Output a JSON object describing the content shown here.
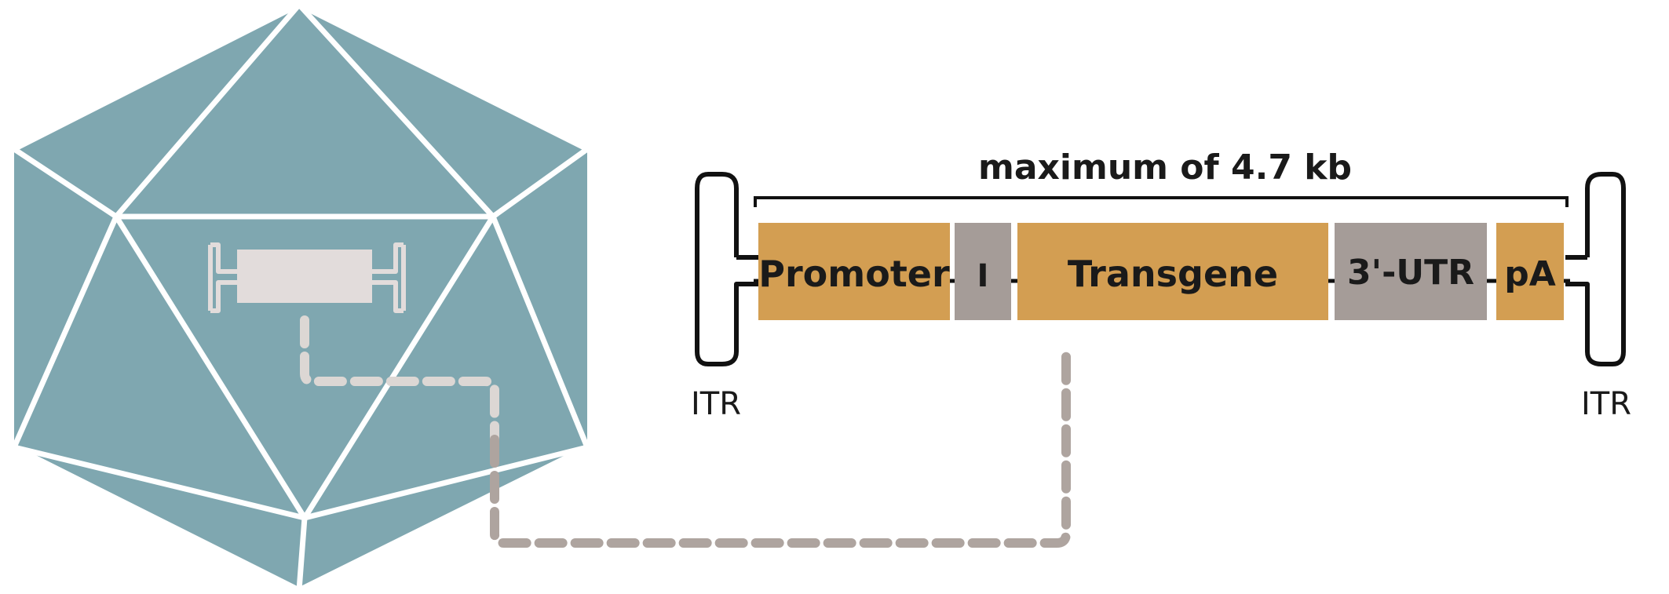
{
  "diagram": {
    "capacity_label": "maximum of 4.7 kb",
    "itr_left_label": "ITR",
    "itr_right_label": "ITR",
    "segments": [
      {
        "id": "promoter",
        "label": "Promoter",
        "color": "#d39e52"
      },
      {
        "id": "intron",
        "label": "I",
        "color": "#a59c98"
      },
      {
        "id": "transgene",
        "label": "Transgene",
        "color": "#d39e52"
      },
      {
        "id": "utr",
        "label": "3'-UTR",
        "color": "#a59c98"
      },
      {
        "id": "polya",
        "label": "pA",
        "color": "#d39e52"
      }
    ],
    "colors": {
      "capsid": "#7fa7b0",
      "capsid_edge": "#ffffff",
      "genome_box": "#e2dcdb",
      "connector": "#aea49f",
      "inner_connector": "#dcd7d4",
      "line": "#111111"
    }
  }
}
